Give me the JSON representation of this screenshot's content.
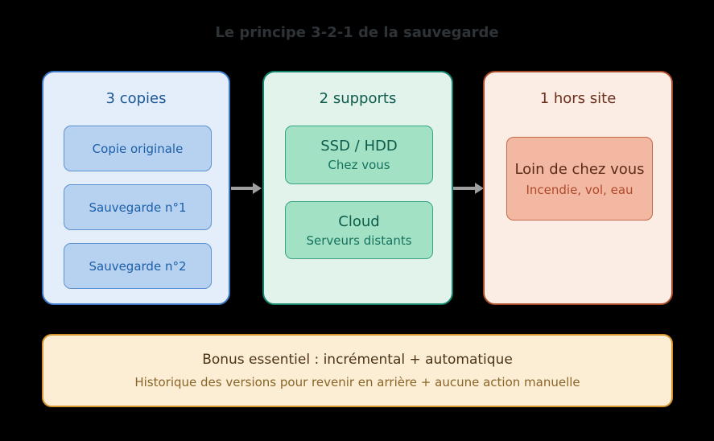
{
  "title": "Le principe 3-2-1 de la sauvegarde",
  "panels": {
    "copies": {
      "header": "3 copies",
      "items": [
        "Copie originale",
        "Sauvegarde n°1",
        "Sauvegarde n°2"
      ]
    },
    "supports": {
      "header": "2 supports",
      "items": [
        {
          "title": "SSD / HDD",
          "subtitle": "Chez vous"
        },
        {
          "title": "Cloud",
          "subtitle": "Serveurs distants"
        }
      ]
    },
    "offsite": {
      "header": "1 hors site",
      "item": {
        "title": "Loin de chez vous",
        "subtitle": "Incendie, vol, eau"
      }
    }
  },
  "banner": {
    "title": "Bonus essentiel : incrémental + automatique",
    "subtitle": "Historique des versions pour revenir en arrière + aucune action manuelle"
  },
  "colors": {
    "background": "#000000",
    "title_text": "#2e3338",
    "arrow": "#9e9e9e",
    "blue": {
      "panel_bg": "#e4eefb",
      "panel_border": "#3b7ac8",
      "chip_bg": "#b6d2f0",
      "chip_border": "#5e91d2",
      "text": "#1d5fa8"
    },
    "green": {
      "panel_bg": "#e2f3eb",
      "panel_border": "#12836a",
      "chip_bg": "#a3e1c5",
      "chip_border": "#35a584",
      "text": "#0d5c4c"
    },
    "red": {
      "panel_bg": "#fbece4",
      "panel_border": "#a84a28",
      "chip_bg": "#f3b8a1",
      "chip_border": "#c4674a",
      "text": "#5c2a18"
    },
    "banner": {
      "bg": "#fbeed4",
      "border": "#d6962d",
      "title_text": "#4d3416",
      "subtitle_text": "#8a6428"
    }
  }
}
